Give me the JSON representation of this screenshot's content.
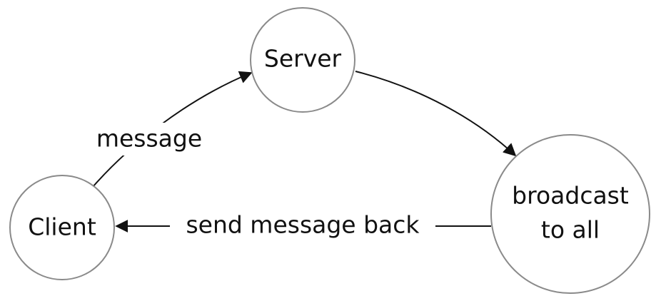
{
  "nodes": {
    "server": {
      "label": "Server"
    },
    "client": {
      "label": "Client"
    },
    "broadcast": {
      "line1": "broadcast",
      "line2": "to all"
    }
  },
  "edges": {
    "client_to_server": {
      "label": "message"
    },
    "broadcast_to_client": {
      "label": "send message back"
    }
  },
  "colors": {
    "node_stroke": "#8a8a8a",
    "edge_stroke": "#111111",
    "background": "#ffffff"
  }
}
